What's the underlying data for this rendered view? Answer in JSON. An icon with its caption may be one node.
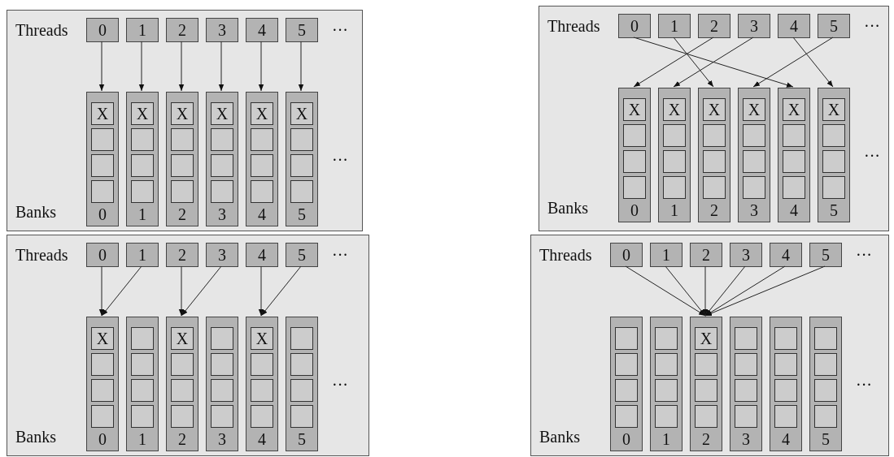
{
  "diagram": {
    "nodes": [
      {
        "text": [
          "Threads",
          "···",
          "···",
          "Banks"
        ]
      },
      {
        "text": [
          "0"
        ],
        "in": 0
      },
      {
        "text": [
          "1"
        ],
        "in": 0
      },
      {
        "text": [
          "2"
        ],
        "in": 0
      },
      {
        "text": [
          "3"
        ],
        "in": 0
      },
      {
        "text": [
          "4"
        ],
        "in": 0
      },
      {
        "text": [
          "5"
        ],
        "in": 0
      },
      {
        "text": [
          "0"
        ],
        "in": 0
      },
      {
        "text": [
          "X"
        ],
        "in": 7
      },
      {
        "text": [],
        "shape": "box",
        "in": 7
      },
      {
        "text": [],
        "shape": "box",
        "in": 7
      },
      {
        "text": [],
        "shape": "box",
        "in": 7
      },
      {
        "text": [
          "1"
        ],
        "in": 0
      },
      {
        "text": [
          "X"
        ],
        "in": 12
      },
      {
        "text": [],
        "shape": "box",
        "in": 12
      },
      {
        "text": [],
        "shape": "box",
        "in": 12
      },
      {
        "text": [],
        "shape": "box",
        "in": 12
      },
      {
        "text": [
          "2"
        ],
        "in": 0
      },
      {
        "text": [
          "X"
        ],
        "in": 17
      },
      {
        "text": [],
        "shape": "box",
        "in": 17
      },
      {
        "text": [],
        "shape": "box",
        "in": 17
      },
      {
        "text": [],
        "shape": "box",
        "in": 17
      },
      {
        "text": [
          "3"
        ],
        "in": 0
      },
      {
        "text": [
          "X"
        ],
        "in": 22
      },
      {
        "text": [],
        "shape": "box",
        "in": 22
      },
      {
        "text": [],
        "shape": "box",
        "in": 22
      },
      {
        "text": [],
        "shape": "box",
        "in": 22
      },
      {
        "text": [
          "4"
        ],
        "in": 0
      },
      {
        "text": [
          "X"
        ],
        "in": 27
      },
      {
        "text": [],
        "shape": "box",
        "in": 27
      },
      {
        "text": [],
        "shape": "box",
        "in": 27
      },
      {
        "text": [],
        "shape": "box",
        "in": 27
      },
      {
        "text": [
          "5"
        ],
        "in": 0
      },
      {
        "text": [
          "X"
        ],
        "in": 32
      },
      {
        "text": [],
        "shape": "box",
        "in": 32
      },
      {
        "text": [],
        "shape": "box",
        "in": 32
      },
      {
        "text": [],
        "shape": "box",
        "in": 32
      },
      {
        "text": [
          "Threads",
          "···",
          "···",
          "Banks"
        ]
      },
      {
        "text": [
          "0"
        ],
        "in": 37
      },
      {
        "text": [
          "1"
        ],
        "in": 37
      },
      {
        "text": [
          "2"
        ],
        "in": 37
      },
      {
        "text": [
          "3"
        ],
        "in": 37
      },
      {
        "text": [
          "4"
        ],
        "in": 37
      },
      {
        "text": [
          "5"
        ],
        "in": 37
      },
      {
        "text": [
          "0"
        ],
        "in": 37
      },
      {
        "text": [
          "X"
        ],
        "in": 44
      },
      {
        "text": [],
        "shape": "box",
        "in": 44
      },
      {
        "text": [],
        "shape": "box",
        "in": 44
      },
      {
        "text": [],
        "shape": "box",
        "in": 44
      },
      {
        "text": [
          "1"
        ],
        "in": 37
      },
      {
        "text": [
          "X"
        ],
        "in": 49
      },
      {
        "text": [],
        "shape": "box",
        "in": 49
      },
      {
        "text": [],
        "shape": "box",
        "in": 49
      },
      {
        "text": [],
        "shape": "box",
        "in": 49
      },
      {
        "text": [
          "2"
        ],
        "in": 37
      },
      {
        "text": [
          "X"
        ],
        "in": 54
      },
      {
        "text": [],
        "shape": "box",
        "in": 54
      },
      {
        "text": [],
        "shape": "box",
        "in": 54
      },
      {
        "text": [],
        "shape": "box",
        "in": 54
      },
      {
        "text": [
          "3"
        ],
        "in": 37
      },
      {
        "text": [
          "X"
        ],
        "in": 59
      },
      {
        "text": [],
        "shape": "box",
        "in": 59
      },
      {
        "text": [],
        "shape": "box",
        "in": 59
      },
      {
        "text": [],
        "shape": "box",
        "in": 59
      },
      {
        "text": [
          "4"
        ],
        "in": 37
      },
      {
        "text": [
          "X"
        ],
        "in": 64
      },
      {
        "text": [],
        "shape": "box",
        "in": 64
      },
      {
        "text": [],
        "shape": "box",
        "in": 64
      },
      {
        "text": [],
        "shape": "box",
        "in": 64
      },
      {
        "text": [
          "5"
        ],
        "in": 37
      },
      {
        "text": [
          "X"
        ],
        "in": 69
      },
      {
        "text": [],
        "shape": "box",
        "in": 69
      },
      {
        "text": [],
        "shape": "box",
        "in": 69
      },
      {
        "text": [],
        "shape": "box",
        "in": 69
      },
      {
        "text": [
          "Threads",
          "···",
          "···",
          "Banks"
        ]
      },
      {
        "text": [
          "0"
        ],
        "in": 74
      },
      {
        "text": [
          "1"
        ],
        "in": 74
      },
      {
        "text": [
          "2"
        ],
        "in": 74
      },
      {
        "text": [
          "3"
        ],
        "in": 74
      },
      {
        "text": [
          "4"
        ],
        "in": 74
      },
      {
        "text": [
          "5"
        ],
        "in": 74
      },
      {
        "text": [
          "0"
        ],
        "in": 74
      },
      {
        "text": [
          "X"
        ],
        "in": 81
      },
      {
        "text": [],
        "shape": "box",
        "in": 81
      },
      {
        "text": [],
        "shape": "box",
        "in": 81
      },
      {
        "text": [],
        "shape": "box",
        "in": 81
      },
      {
        "text": [
          "1"
        ],
        "in": 74
      },
      {
        "text": [],
        "shape": "box",
        "in": 86
      },
      {
        "text": [],
        "shape": "box",
        "in": 86
      },
      {
        "text": [],
        "shape": "box",
        "in": 86
      },
      {
        "text": [],
        "shape": "box",
        "in": 86
      },
      {
        "text": [
          "2"
        ],
        "in": 74
      },
      {
        "text": [
          "X"
        ],
        "in": 91
      },
      {
        "text": [],
        "shape": "box",
        "in": 91
      },
      {
        "text": [],
        "shape": "box",
        "in": 91
      },
      {
        "text": [],
        "shape": "box",
        "in": 91
      },
      {
        "text": [
          "3"
        ],
        "in": 74
      },
      {
        "text": [],
        "shape": "box",
        "in": 96
      },
      {
        "text": [],
        "shape": "box",
        "in": 96
      },
      {
        "text": [],
        "shape": "box",
        "in": 96
      },
      {
        "text": [],
        "shape": "box",
        "in": 96
      },
      {
        "text": [
          "4"
        ],
        "in": 74
      },
      {
        "text": [
          "X"
        ],
        "in": 101
      },
      {
        "text": [],
        "shape": "box",
        "in": 101
      },
      {
        "text": [],
        "shape": "box",
        "in": 101
      },
      {
        "text": [],
        "shape": "box",
        "in": 101
      },
      {
        "text": [
          "5"
        ],
        "in": 74
      },
      {
        "text": [],
        "shape": "box",
        "in": 106
      },
      {
        "text": [],
        "shape": "box",
        "in": 106
      },
      {
        "text": [],
        "shape": "box",
        "in": 106
      },
      {
        "text": [],
        "shape": "box",
        "in": 106
      },
      {
        "text": [
          "Threads",
          "···",
          "···",
          "Banks"
        ]
      },
      {
        "text": [
          "0"
        ],
        "in": 111
      },
      {
        "text": [
          "1"
        ],
        "in": 111
      },
      {
        "text": [
          "2"
        ],
        "in": 111
      },
      {
        "text": [
          "3"
        ],
        "in": 111
      },
      {
        "text": [
          "4"
        ],
        "in": 111
      },
      {
        "text": [
          "5"
        ],
        "in": 111
      },
      {
        "text": [
          "0"
        ],
        "in": 111
      },
      {
        "text": [],
        "shape": "box",
        "in": 118
      },
      {
        "text": [],
        "shape": "box",
        "in": 118
      },
      {
        "text": [],
        "shape": "box",
        "in": 118
      },
      {
        "text": [],
        "shape": "box",
        "in": 118
      },
      {
        "text": [
          "1"
        ],
        "in": 111
      },
      {
        "text": [],
        "shape": "box",
        "in": 123
      },
      {
        "text": [],
        "shape": "box",
        "in": 123
      },
      {
        "text": [],
        "shape": "box",
        "in": 123
      },
      {
        "text": [],
        "shape": "box",
        "in": 123
      },
      {
        "text": [
          "2"
        ],
        "in": 111
      },
      {
        "text": [
          "X"
        ],
        "in": 128
      },
      {
        "text": [],
        "shape": "box",
        "in": 128
      },
      {
        "text": [],
        "shape": "box",
        "in": 128
      },
      {
        "text": [],
        "shape": "box",
        "in": 128
      },
      {
        "text": [
          "3"
        ],
        "in": 111
      },
      {
        "text": [],
        "shape": "box",
        "in": 133
      },
      {
        "text": [],
        "shape": "box",
        "in": 133
      },
      {
        "text": [],
        "shape": "box",
        "in": 133
      },
      {
        "text": [],
        "shape": "box",
        "in": 133
      },
      {
        "text": [
          "4"
        ],
        "in": 111
      },
      {
        "text": [],
        "shape": "box",
        "in": 138
      },
      {
        "text": [],
        "shape": "box",
        "in": 138
      },
      {
        "text": [],
        "shape": "box",
        "in": 138
      },
      {
        "text": [],
        "shape": "box",
        "in": 138
      },
      {
        "text": [
          "5"
        ],
        "in": 111
      },
      {
        "text": [],
        "shape": "box",
        "in": 143
      },
      {
        "text": [],
        "shape": "box",
        "in": 143
      },
      {
        "text": [],
        "shape": "box",
        "in": 143
      },
      {
        "text": [],
        "shape": "box",
        "in": 143
      }
    ],
    "edges": [
      {
        "from": 1,
        "to": 7,
        "arrow": "to"
      },
      {
        "from": 2,
        "to": 12,
        "arrow": "to"
      },
      {
        "from": 3,
        "to": 17,
        "arrow": "to"
      },
      {
        "from": 4,
        "to": 22,
        "arrow": "to"
      },
      {
        "from": 5,
        "to": 27,
        "arrow": "to"
      },
      {
        "from": 6,
        "to": 32,
        "arrow": "to"
      },
      {
        "from": 38,
        "to": 64,
        "arrow": "to"
      },
      {
        "from": 39,
        "to": 54,
        "arrow": "to"
      },
      {
        "from": 40,
        "to": 44,
        "arrow": "to"
      },
      {
        "from": 41,
        "to": 49,
        "arrow": "to"
      },
      {
        "from": 42,
        "to": 69,
        "arrow": "to"
      },
      {
        "from": 43,
        "to": 59,
        "arrow": "to"
      },
      {
        "from": 75,
        "to": 81,
        "arrow": "to"
      },
      {
        "from": 76,
        "to": 81,
        "arrow": "to"
      },
      {
        "from": 77,
        "to": 91,
        "arrow": "to"
      },
      {
        "from": 78,
        "to": 91,
        "arrow": "to"
      },
      {
        "from": 79,
        "to": 101,
        "arrow": "to"
      },
      {
        "from": 80,
        "to": 101,
        "arrow": "to"
      },
      {
        "from": 112,
        "to": 128,
        "arrow": "to"
      },
      {
        "from": 113,
        "to": 128,
        "arrow": "to"
      },
      {
        "from": 114,
        "to": 128,
        "arrow": "to"
      },
      {
        "from": 115,
        "to": 128,
        "arrow": "to"
      },
      {
        "from": 116,
        "to": 128,
        "arrow": "to"
      },
      {
        "from": 117,
        "to": 128,
        "arrow": "to"
      }
    ]
  }
}
